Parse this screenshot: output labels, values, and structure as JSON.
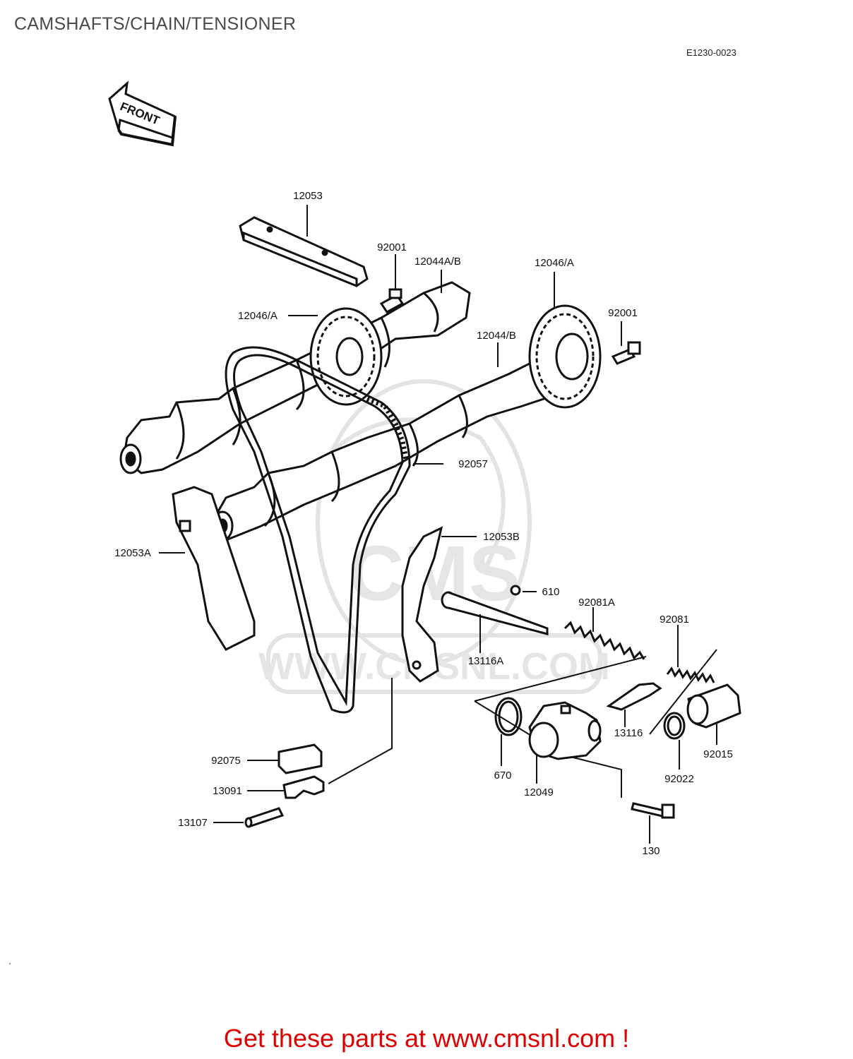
{
  "header": {
    "title": "CAMSHAFTS/CHAIN/TENSIONER",
    "diagram_code": "E1230-0023"
  },
  "front_arrow": {
    "label": "FRONT"
  },
  "watermark": {
    "logo_text": "CMS",
    "url_text": "WWW.CMSNL.COM"
  },
  "parts": {
    "p12053": "12053",
    "p92001_top": "92001",
    "p12044ab": "12044A/B",
    "p12046a_right": "12046/A",
    "p12046a_left": "12046/A",
    "p92001_right": "92001",
    "p12044b": "12044/B",
    "p92057": "92057",
    "p12053b": "12053B",
    "p12053a": "12053A",
    "p610": "610",
    "p92081a": "92081A",
    "p92081": "92081",
    "p13116a": "13116A",
    "p13116": "13116",
    "p92015": "92015",
    "p670": "670",
    "p12049": "12049",
    "p92022": "92022",
    "p92075": "92075",
    "p13091": "13091",
    "p13107": "13107",
    "p130": "130"
  },
  "footer": {
    "cta": "Get these parts at www.cmsnl.com !"
  }
}
